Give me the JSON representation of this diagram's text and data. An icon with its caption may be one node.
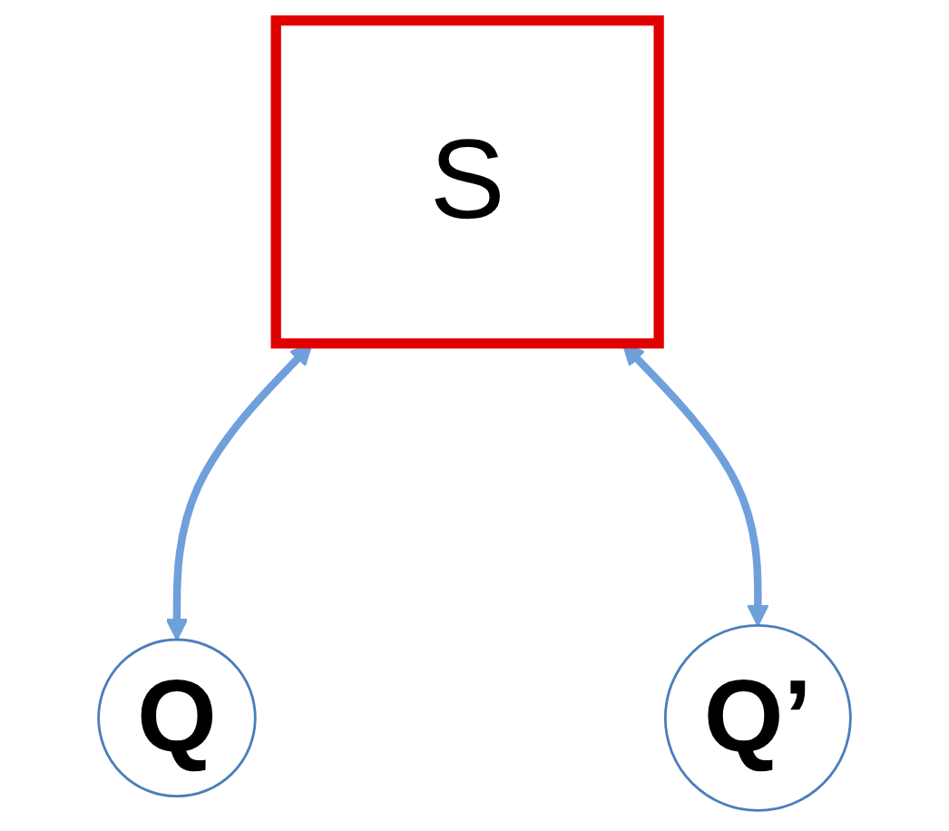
{
  "diagram": {
    "nodes": [
      {
        "text": [
          "S"
        ]
      },
      {
        "text": [
          "Q"
        ]
      },
      {
        "text": [
          "Q’"
        ]
      }
    ],
    "edges": [
      {
        "from": 0,
        "to": 1,
        "arrow": "both"
      },
      {
        "from": 0,
        "to": 2,
        "arrow": "both"
      }
    ]
  }
}
